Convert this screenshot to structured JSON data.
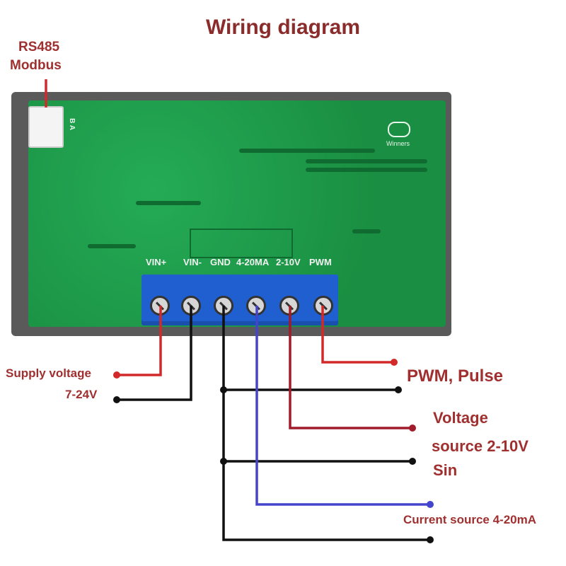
{
  "title": "Wiring diagram",
  "rs485": {
    "line1": "RS485",
    "line2": "Modbus"
  },
  "connector_marks": "B A",
  "brand": "Winners",
  "pins": [
    "VIN+",
    "VIN-",
    "GND",
    "4-20MA",
    "2-10V",
    "PWM"
  ],
  "labels": {
    "supply_line1": "Supply voltage",
    "supply_line2": "7-24V",
    "pwm": "PWM, Pulse",
    "voltage_line1": "Voltage",
    "voltage_line2": "source 2-10V",
    "voltage_line3": "Sin",
    "current": "Current source 4-20mA"
  },
  "colors": {
    "red_wire": "#d22a2a",
    "dark_red_wire": "#a01c2a",
    "black_wire": "#111111",
    "blue_wire": "#4444cc",
    "label_color": "#8b2c2c",
    "pcb": "#1e9b4a",
    "terminal": "#1f5fd0"
  }
}
